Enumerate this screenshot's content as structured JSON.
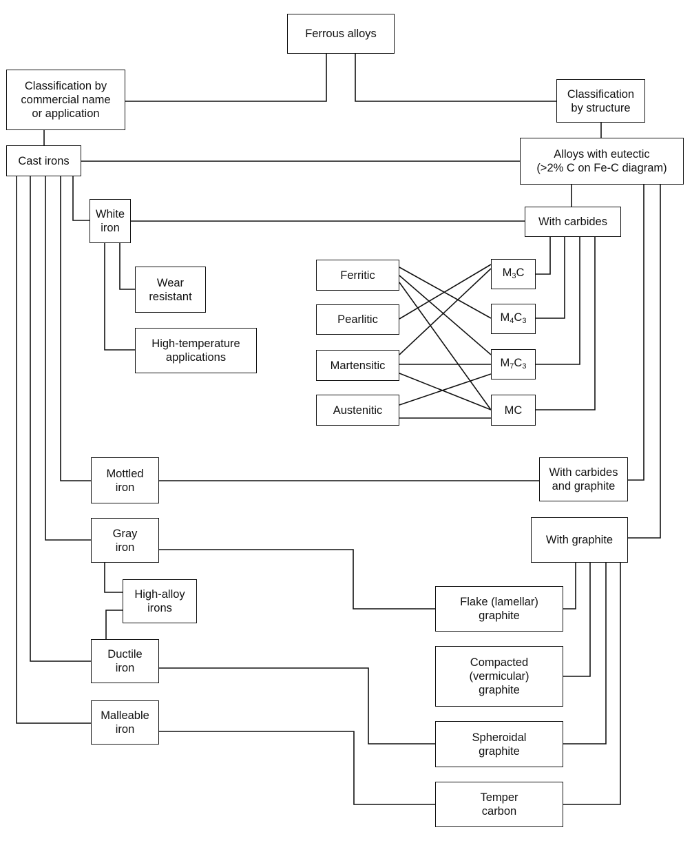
{
  "nodes": {
    "ferrous_alloys": "Ferrous alloys",
    "classification_commercial": "Classification by\ncommercial name\nor application",
    "classification_structure": "Classification\nby structure",
    "cast_irons": "Cast irons",
    "alloys_eutectic": "Alloys with eutectic\n(>2% C on Fe-C diagram)",
    "white_iron": "White\niron",
    "with_carbides": "With carbides",
    "wear_resistant": "Wear\nresistant",
    "high_temp": "High-temperature\napplications",
    "ferritic": "Ferritic",
    "pearlitic": "Pearlitic",
    "martensitic": "Martensitic",
    "austenitic": "Austenitic",
    "m3c": {
      "base": "M",
      "sub1": "3",
      "mid": "C",
      "sub2": ""
    },
    "m4c3": {
      "base": "M",
      "sub1": "4",
      "mid": "C",
      "sub2": "3"
    },
    "m7c3": {
      "base": "M",
      "sub1": "7",
      "mid": "C",
      "sub2": "3"
    },
    "mc": "MC",
    "mottled_iron": "Mottled\niron",
    "with_carbides_graphite": "With carbides\nand graphite",
    "gray_iron": "Gray\niron",
    "with_graphite": "With graphite",
    "high_alloy_irons": "High-alloy\nirons",
    "ductile_iron": "Ductile\niron",
    "flake_graphite": "Flake (lamellar)\ngraphite",
    "compacted_graphite": "Compacted\n(vermicular)\ngraphite",
    "malleable_iron": "Malleable\niron",
    "spheroidal_graphite": "Spheroidal\ngraphite",
    "temper_carbon": "Temper\ncarbon"
  }
}
